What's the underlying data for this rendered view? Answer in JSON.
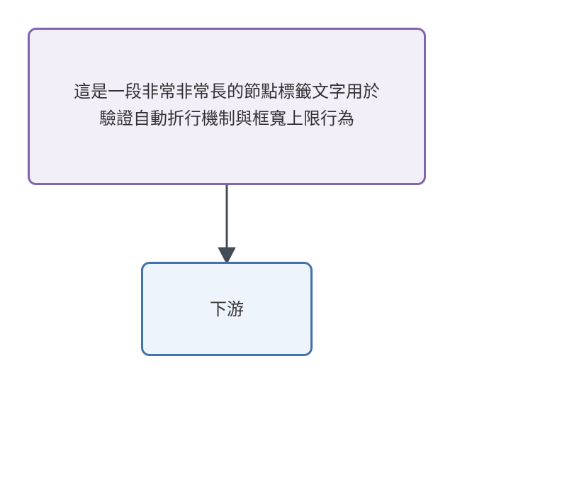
{
  "diagram": {
    "type": "flowchart",
    "direction": "top-down",
    "nodes": [
      {
        "id": "upstream",
        "label": "這是一段非常非常長的節點標籤文字用於驗證自動折行機制與框寬上限行為",
        "shape": "rounded-rect",
        "fill": "#f3eff9",
        "stroke": "#8064b0"
      },
      {
        "id": "downstream",
        "label": "下游",
        "shape": "rounded-rect",
        "fill": "#eef4fb",
        "stroke": "#4472ab"
      }
    ],
    "edges": [
      {
        "from": "upstream",
        "to": "downstream",
        "label": "",
        "color": "#444c56",
        "arrow": "filled-triangle"
      }
    ]
  }
}
